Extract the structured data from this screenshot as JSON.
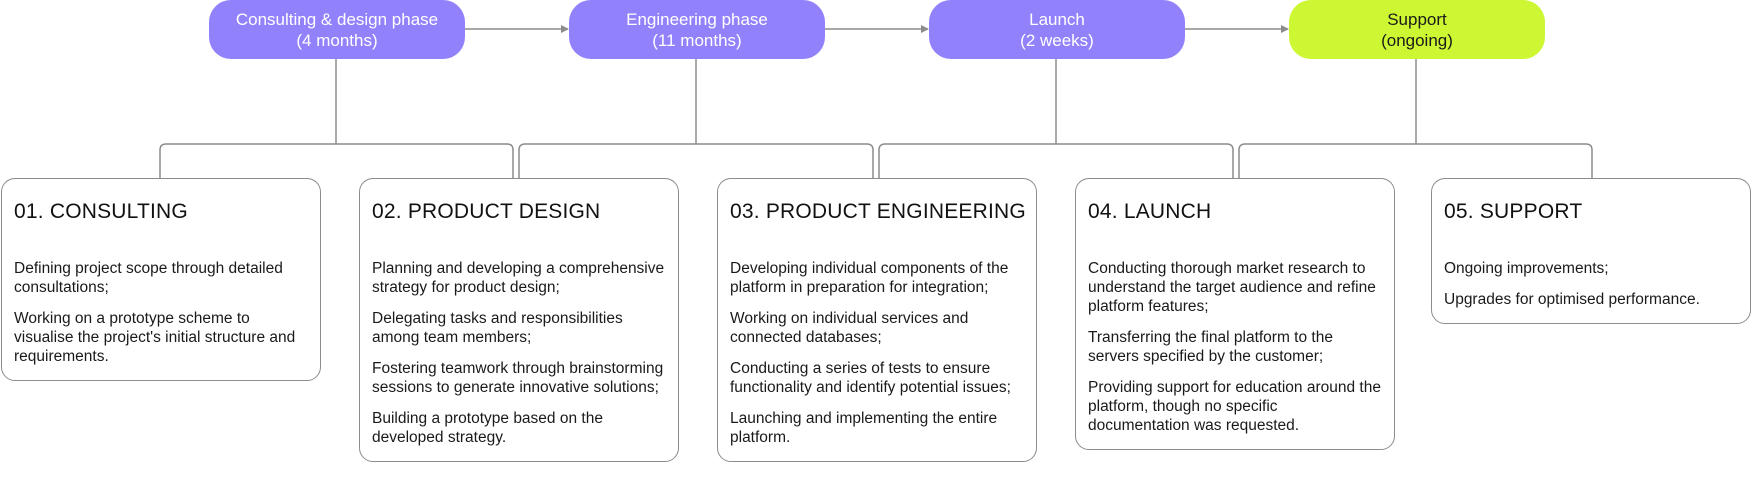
{
  "phases": [
    {
      "line1": "Consulting & design phase",
      "line2": "(4 months)",
      "color": "#9181fb"
    },
    {
      "line1": "Engineering phase",
      "line2": "(11 months)",
      "color": "#9181fb"
    },
    {
      "line1": "Launch",
      "line2": "(2 weeks)",
      "color": "#9181fb"
    },
    {
      "line1": "Support",
      "line2": "(ongoing)",
      "color": "#cdf732"
    }
  ],
  "stages": [
    {
      "title": "01. CONSULTING",
      "items": [
        "Defining project scope through detailed consultations;",
        "Working on a prototype scheme to visualise the project's initial structure and requirements."
      ]
    },
    {
      "title": "02. PRODUCT DESIGN",
      "items": [
        "Planning and developing a comprehensive strategy for product design;",
        "Delegating tasks and responsibilities among team members;",
        "Fostering teamwork through brainstorming sessions to generate innovative solutions;",
        "Building a prototype based on the developed strategy."
      ]
    },
    {
      "title": "03. PRODUCT ENGINEERING",
      "items": [
        "Developing individual components of the platform in preparation for integration;",
        "Working on individual services and connected databases;",
        "Conducting a series of tests to ensure functionality and identify potential issues;",
        "Launching and implementing the entire platform."
      ]
    },
    {
      "title": "04. LAUNCH",
      "items": [
        "Conducting thorough market research to understand the target audience and refine platform features;",
        "Transferring the final platform to the servers specified by the customer;",
        "Providing support for education around the platform, though no specific documentation was requested."
      ]
    },
    {
      "title": "05. SUPPORT",
      "items": [
        "Ongoing improvements;",
        "Upgrades for optimised performance."
      ]
    }
  ],
  "colors": {
    "phase_violet": "#9181fb",
    "phase_lime": "#cdf732",
    "connector": "#8c8c8c",
    "border": "#8c8c8c"
  }
}
